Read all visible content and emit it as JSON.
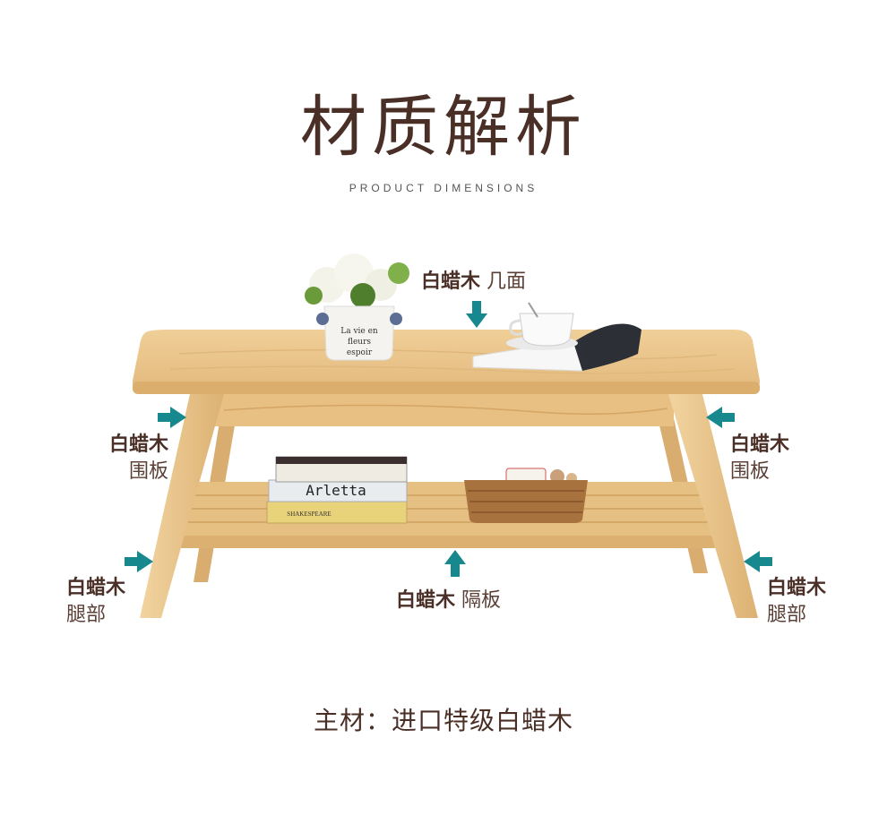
{
  "heading": {
    "title": "材质解析",
    "subtitle": "PRODUCT DIMENSIONS"
  },
  "callouts": {
    "top": {
      "material": "白蜡木",
      "part": "几面"
    },
    "apron_left": {
      "material": "白蜡木",
      "part": "围板"
    },
    "apron_right": {
      "material": "白蜡木",
      "part": "围板"
    },
    "leg_left": {
      "material": "白蜡木",
      "part": "腿部"
    },
    "leg_right": {
      "material": "白蜡木",
      "part": "腿部"
    },
    "shelf": {
      "material": "白蜡木",
      "part": "隔板"
    }
  },
  "props": {
    "pot_text": "La vie\nen\nfleurs\nespoir",
    "book1": "Arletta",
    "book2": "SHAKESPEARE"
  },
  "footer": {
    "text": "主材：进口特级白蜡木"
  },
  "colors": {
    "arrow": "#17888e",
    "text": "#4a2f27",
    "wood": "#e8c48a"
  }
}
